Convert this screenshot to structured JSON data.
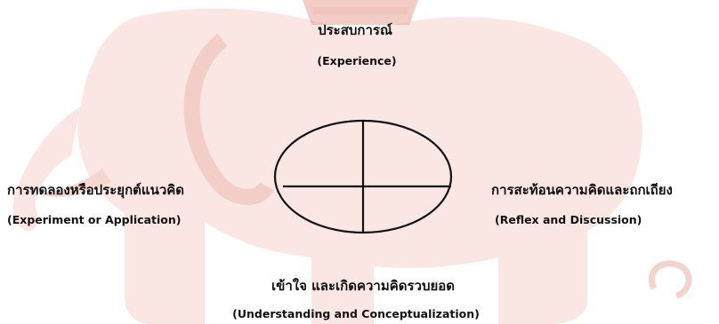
{
  "watermark": {
    "icon": "elephant-seal-watermark-icon",
    "color": "#f4c8c0"
  },
  "top": {
    "thai": "ประสบการณ์",
    "english": "(Experience)"
  },
  "left": {
    "thai": "การทดลองหรือประยุกต์แนวคิด",
    "english": "(Experiment or Application)"
  },
  "right": {
    "thai": "การสะท้อนความคิดและถกเถียง",
    "english": "(Reflex and Discussion)"
  },
  "bottom": {
    "thai": "เข้าใจ และเกิดความคิดรวบยอด",
    "english": "(Understanding and Conceptualization)"
  }
}
